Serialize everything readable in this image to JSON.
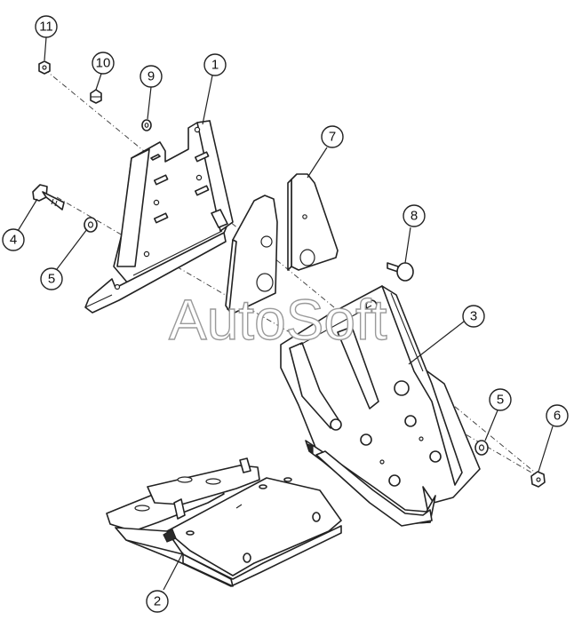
{
  "watermark": "AutoSoft",
  "callouts": {
    "c1": "1",
    "c2": "2",
    "c3": "3",
    "c4": "4",
    "c5a": "5",
    "c5b": "5",
    "c6": "6",
    "c7": "7",
    "c8": "8",
    "c9": "9",
    "c10": "10",
    "c11": "11"
  }
}
